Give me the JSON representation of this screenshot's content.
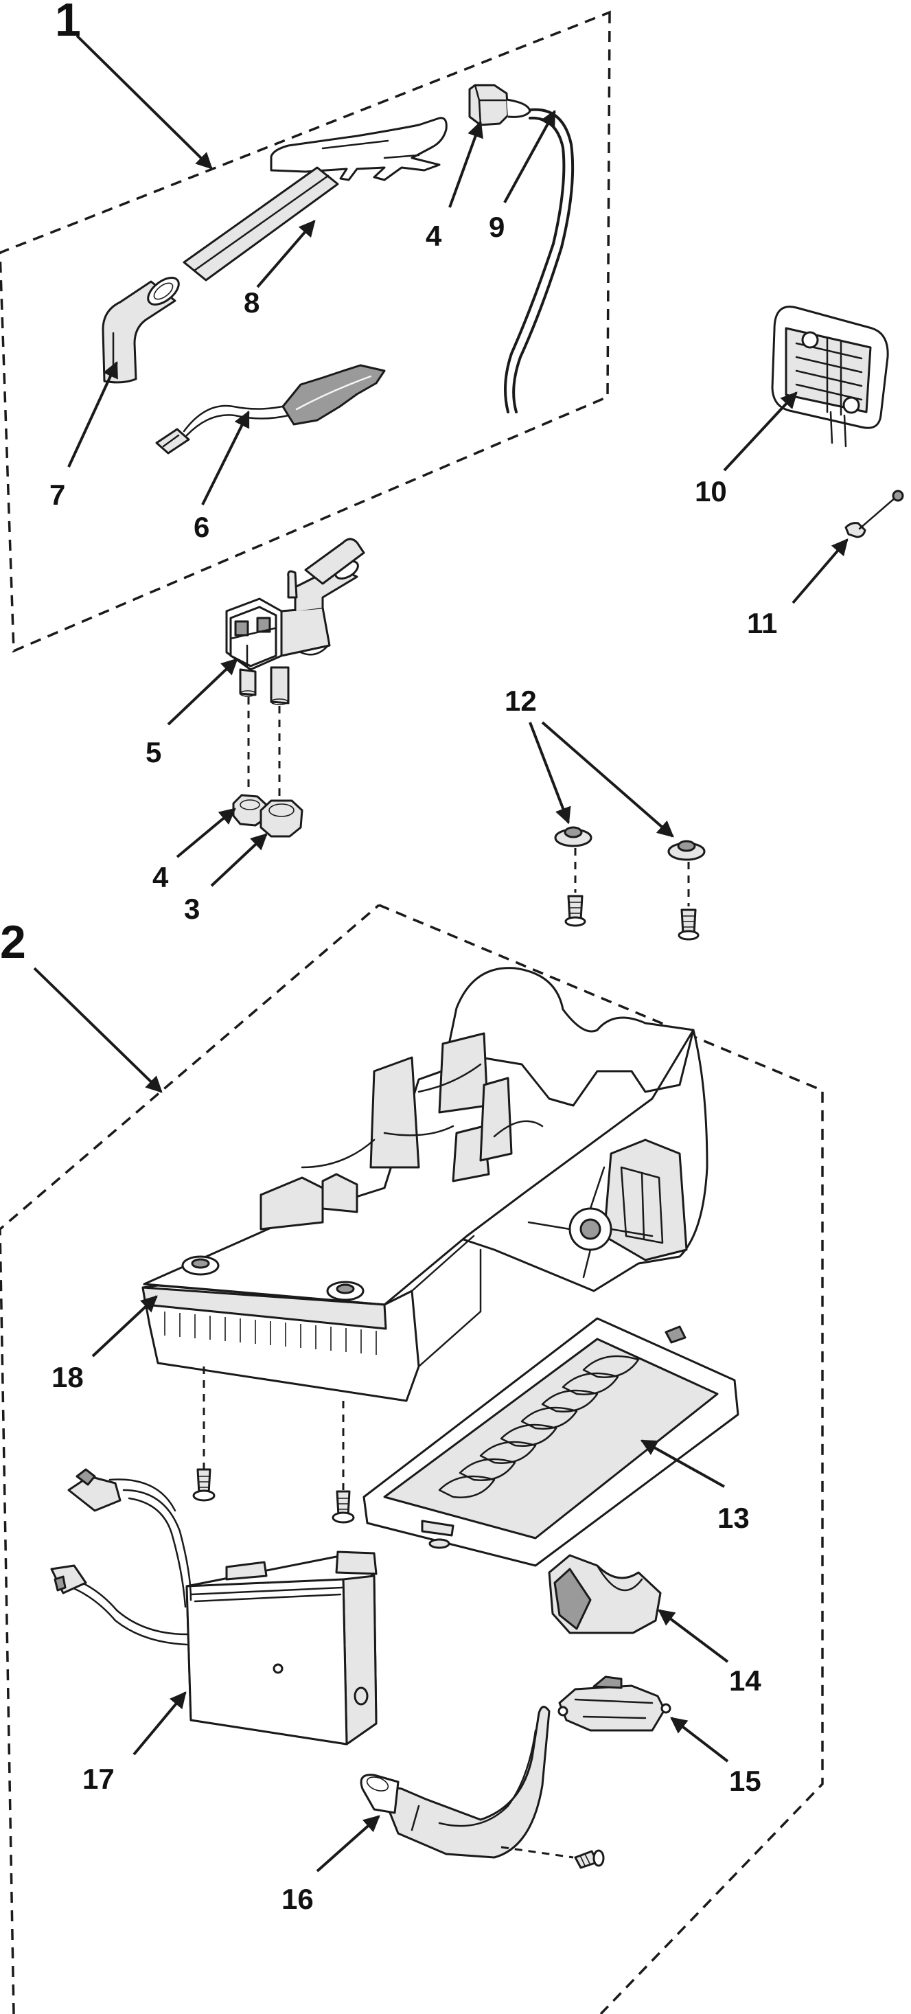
{
  "labels": {
    "group_1": "1",
    "group_2": "2",
    "p3": "3",
    "p4_upper": "4",
    "p4_lower": "4",
    "p5": "5",
    "p6": "6",
    "p7": "7",
    "p8": "8",
    "p9": "9",
    "p10": "10",
    "p11": "11",
    "p12": "12",
    "p13": "13",
    "p14": "14",
    "p15": "15",
    "p16": "16",
    "p17": "17",
    "p18": "18"
  }
}
